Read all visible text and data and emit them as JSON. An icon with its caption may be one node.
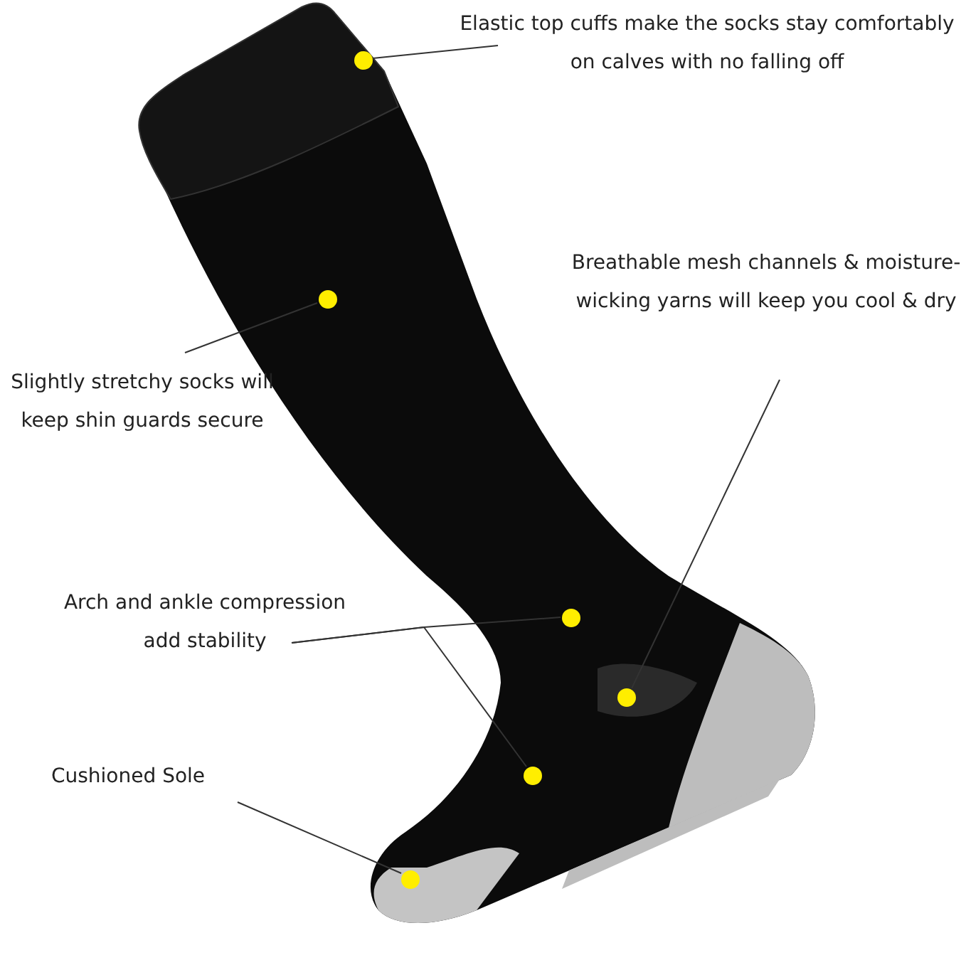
{
  "diagram": {
    "nodes": [
      {
        "text": [
          "Elastic top cuffs make the socks stay comfortably on calves with no falling off"
        ]
      },
      {
        "text": [],
        "shape": "circle"
      },
      {
        "text": [
          "Slightly stretchy socks will keep shin guards secure"
        ]
      },
      {
        "text": [],
        "shape": "circle"
      },
      {
        "text": [
          "Breathable mesh channels & moisture-wicking yarns will keep you cool & dry"
        ]
      },
      {
        "text": [],
        "shape": "circle"
      },
      {
        "text": [
          "Arch and ankle compression add stability"
        ]
      },
      {
        "text": [],
        "shape": "circle"
      },
      {
        "text": [],
        "shape": "circle"
      },
      {
        "text": [
          "Cushioned Sole"
        ]
      },
      {
        "text": [],
        "shape": "circle"
      }
    ],
    "edges": [
      {
        "from": 0,
        "to": 1,
        "arrow": "none"
      },
      {
        "from": 2,
        "to": 3,
        "arrow": "none"
      },
      {
        "from": 4,
        "to": 5,
        "arrow": "none"
      },
      {
        "from": 6,
        "to": 7,
        "arrow": "none"
      },
      {
        "from": 6,
        "to": 8,
        "arrow": "none"
      },
      {
        "from": 9,
        "to": 10,
        "arrow": "none"
      }
    ]
  }
}
